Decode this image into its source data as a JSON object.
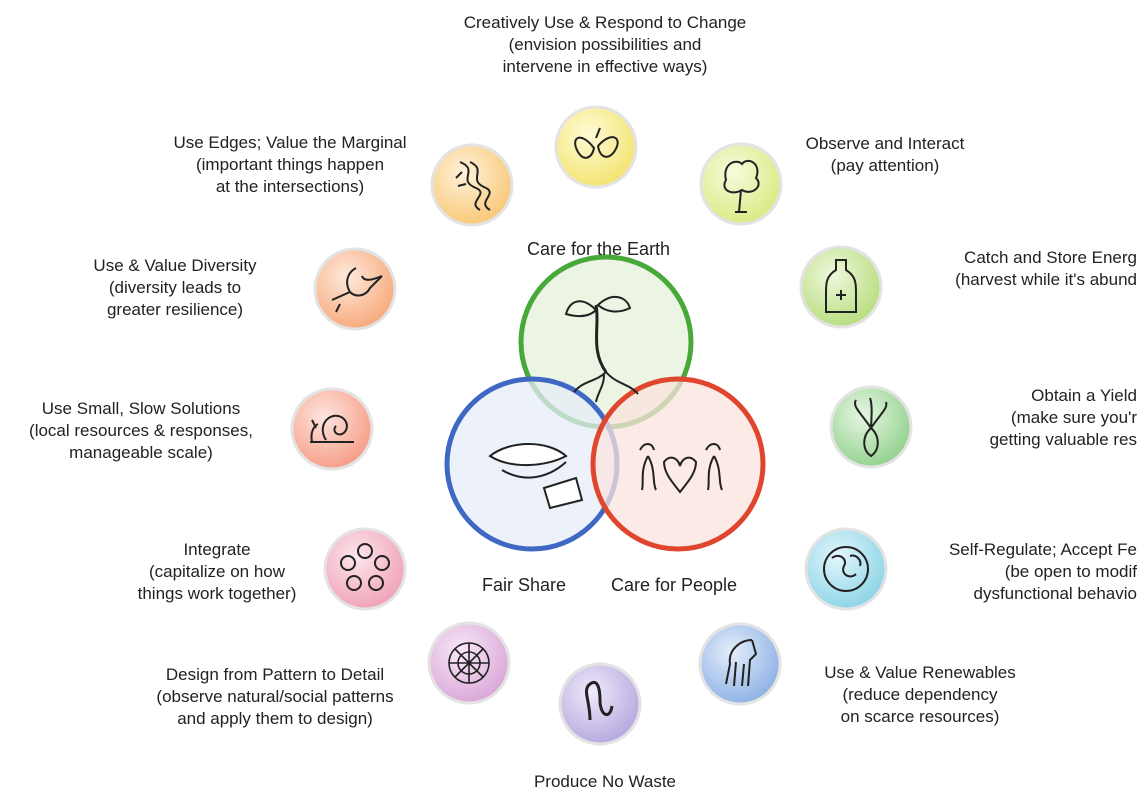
{
  "core": {
    "earth": "Care for the Earth",
    "share": "Fair Share",
    "people": "Care for People"
  },
  "principles": [
    {
      "title": "Creatively Use & Respond to Change",
      "lines": [
        "(envision possibilities and",
        "intervene in effective ways)"
      ],
      "icon": "butterfly-icon",
      "color": "#f2e36c"
    },
    {
      "title": "Observe and Interact",
      "lines": [
        "(pay attention)"
      ],
      "icon": "tree-icon",
      "color": "#d8ea80"
    },
    {
      "title": "Catch and Store Energ",
      "lines": [
        "(harvest while it's abund"
      ],
      "icon": "bottle-icon",
      "color": "#b6dc7a"
    },
    {
      "title": "Obtain a Yield",
      "lines": [
        "(make sure you'r",
        "getting valuable res"
      ],
      "icon": "beet-icon",
      "color": "#8fd08a"
    },
    {
      "title": "Self-Regulate; Accept Fe",
      "lines": [
        "(be open to modif",
        "dysfunctional behavio"
      ],
      "icon": "globe-icon",
      "color": "#88d3e6"
    },
    {
      "title": "Use & Value Renewables",
      "lines": [
        "(reduce dependency",
        "on scarce resources)"
      ],
      "icon": "horse-icon",
      "color": "#8aaee3"
    },
    {
      "title": "Produce No Waste",
      "lines": [],
      "icon": "worm-icon",
      "color": "#b4a5dd"
    },
    {
      "title": "Design from Pattern to Detail",
      "lines": [
        "(observe natural/social patterns",
        "and apply them to design)"
      ],
      "icon": "spiderweb-icon",
      "color": "#d9a3d6"
    },
    {
      "title": "Integrate",
      "lines": [
        "(capitalize on how",
        "things work together)"
      ],
      "icon": "flower-ring-icon",
      "color": "#ef9fb5"
    },
    {
      "title": "Use Small, Slow Solutions",
      "lines": [
        "(local resources & responses,",
        "manageable scale)"
      ],
      "icon": "snail-icon",
      "color": "#f59a82"
    },
    {
      "title": "Use & Value Diversity",
      "lines": [
        "(diversity leads to",
        "greater resilience)"
      ],
      "icon": "hummingbird-icon",
      "color": "#f7a676"
    },
    {
      "title": "Use Edges; Value the Marginal",
      "lines": [
        "(important things happen",
        "at the intersections)"
      ],
      "icon": "river-edge-icon",
      "color": "#f8c673"
    }
  ]
}
